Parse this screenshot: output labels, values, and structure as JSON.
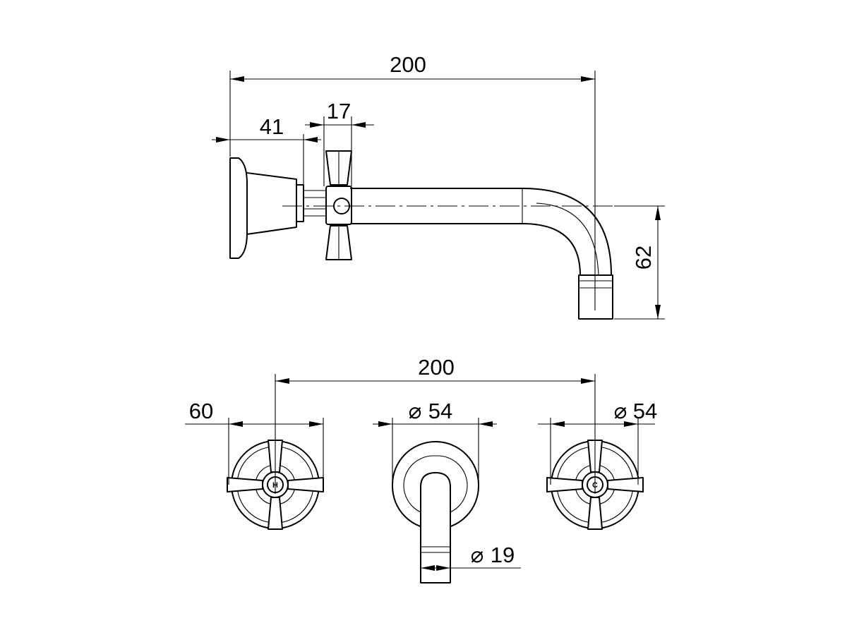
{
  "side_view": {
    "overall_length": "200",
    "backplate_offset": "41",
    "handle_width": "17",
    "spout_height": "62"
  },
  "front_view": {
    "centres": "200",
    "handle_span": "60",
    "spout_flange_diameter": "54",
    "handle_flange_diameter": "54",
    "spout_outlet_diameter": "19",
    "diameter_symbol": "⌀",
    "hot_label": "H",
    "cold_label": "C"
  },
  "colors": {
    "line": "#000000",
    "background": "#ffffff"
  }
}
